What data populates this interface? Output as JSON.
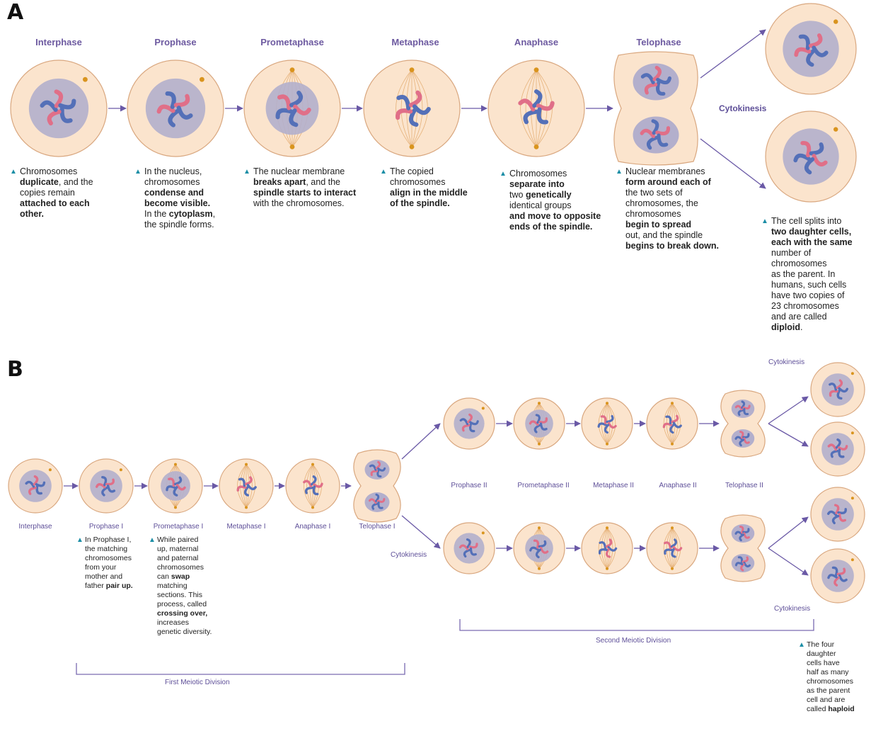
{
  "panels": {
    "a_letter": "A",
    "b_letter": "B"
  },
  "panel_a": {
    "stages": [
      "Interphase",
      "Prophase",
      "Prometaphase",
      "Metaphase",
      "Anaphase",
      "Telophase"
    ],
    "cytokinesis_label": "Cytokinesis",
    "descriptions": [
      "Chromosomes\nduplicate, and the\ncopies remain\nattached to each\nother.",
      "In the nucleus,\nchromosomes\ncondense and\nbecome visible.\nIn the cytoplasm,\nthe spindle forms.",
      "The nuclear membrane\nbreaks apart, and the\nspindle starts to interact\nwith the chromosomes.",
      "The copied\nchromosomes\nalign in the middle\nof the spindle.",
      "Chromosomes\nseparate into\ntwo genetically\nidentical groups\nand move to opposite\nends of the spindle.",
      "Nuclear membranes\nform around each of\nthe two sets of\nchromosomes, the\nchromosomes\nbegin to spread\nout, and the spindle\nbegins to break down.",
      "The cell splits into\ntwo daughter cells,\neach with the same\nnumber of\nchromosomes\nas the parent. In\nhumans, such cells\nhave two copies of\n23 chromosomes\nand are called\ndiploid."
    ]
  },
  "panel_b": {
    "stages_first": [
      "Interphase",
      "Prophase I",
      "Prometaphase I",
      "Metaphase I",
      "Anaphase I",
      "Telophase I"
    ],
    "stages_second": [
      "Prophase II",
      "Prometaphase II",
      "Metaphase II",
      "Anaphase II",
      "Telophase II"
    ],
    "cytokinesis_label": "Cytokinesis",
    "first_division_label": "First Meiotic Division",
    "second_division_label": "Second Meiotic Division",
    "descriptions": [
      "In Prophase I,\nthe matching\nchromosomes\nfrom your\nmother and\nfather pair up.",
      "While paired\nup, maternal\nand paternal\nchromosomes\ncan swap\nmatching\nsections. This\nprocess, called\ncrossing over,\nincreases\ngenetic diversity.",
      "The four\ndaughter\ncells have\nhalf as many\nchromosomes\nas the parent\ncell and are\ncalled haploid"
    ]
  },
  "colors": {
    "cell_fill": "#fbe4cd",
    "cell_stroke": "#d9a77f",
    "nucleus_fill": "#b3afcc",
    "chromosome_blue": "#5470b8",
    "chromosome_pink": "#e06f88",
    "arrow": "#6a59a6",
    "spindle": "#e6b27a",
    "centrosome": "#d9941e",
    "bracket": "#7a6ab0"
  }
}
